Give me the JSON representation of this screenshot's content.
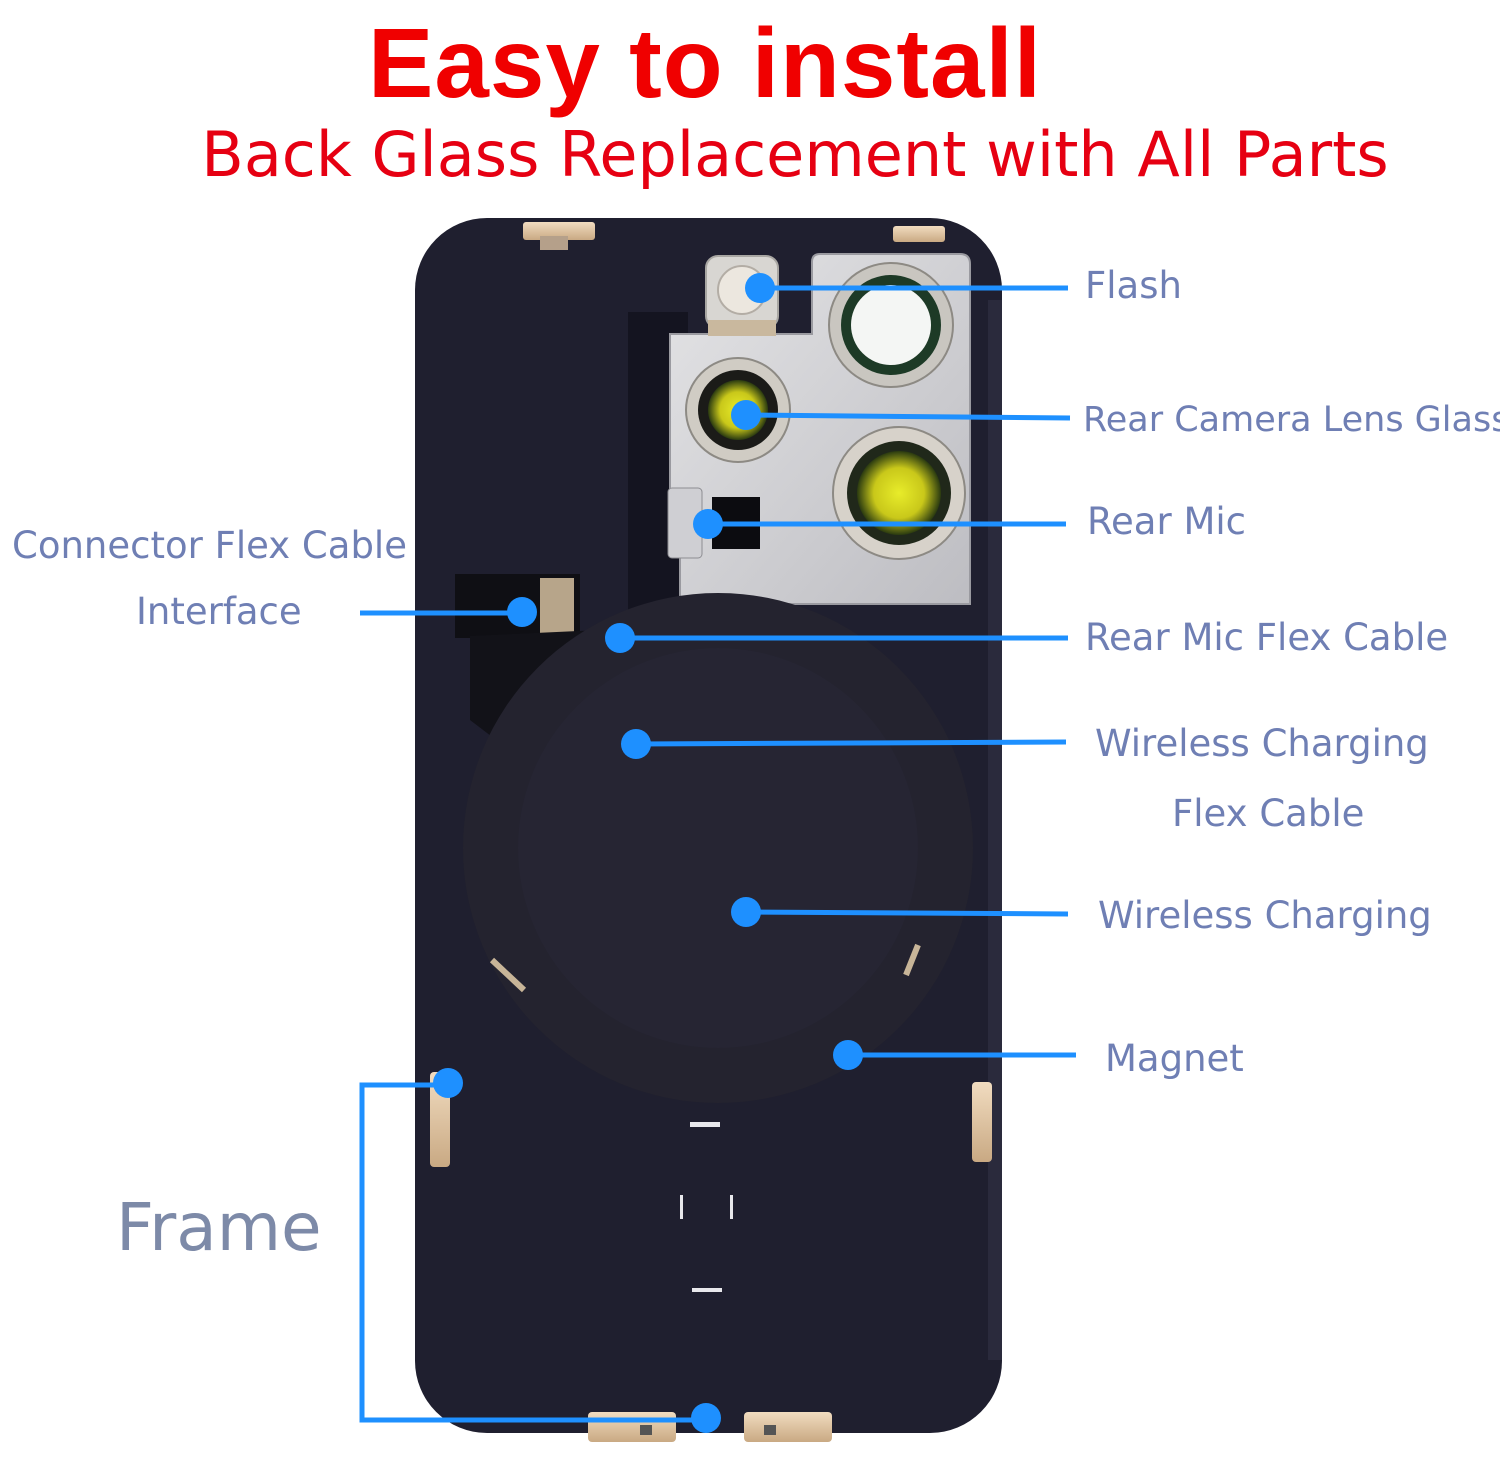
{
  "header": {
    "title": "Easy to install",
    "subtitle": "Back Glass Replacement with All Parts"
  },
  "colors": {
    "title": "#f00000",
    "subtitle": "#e60012",
    "callout_line": "#1e90ff",
    "label": "#6f7fb4",
    "phone_body": "#1f1f2f"
  },
  "callouts": {
    "flash": "Flash",
    "rear_camera_lens_glass": "Rear Camera Lens Glass",
    "rear_mic": "Rear Mic",
    "connector_flex_cable_line1": "Connector Flex Cable",
    "connector_flex_cable_line2": "Interface",
    "rear_mic_flex_cable": "Rear Mic Flex Cable",
    "wireless_charging_flex_line1": "Wireless Charging",
    "wireless_charging_flex_line2": "Flex Cable",
    "wireless_charging": "Wireless Charging",
    "magnet": "Magnet",
    "frame": "Frame"
  }
}
